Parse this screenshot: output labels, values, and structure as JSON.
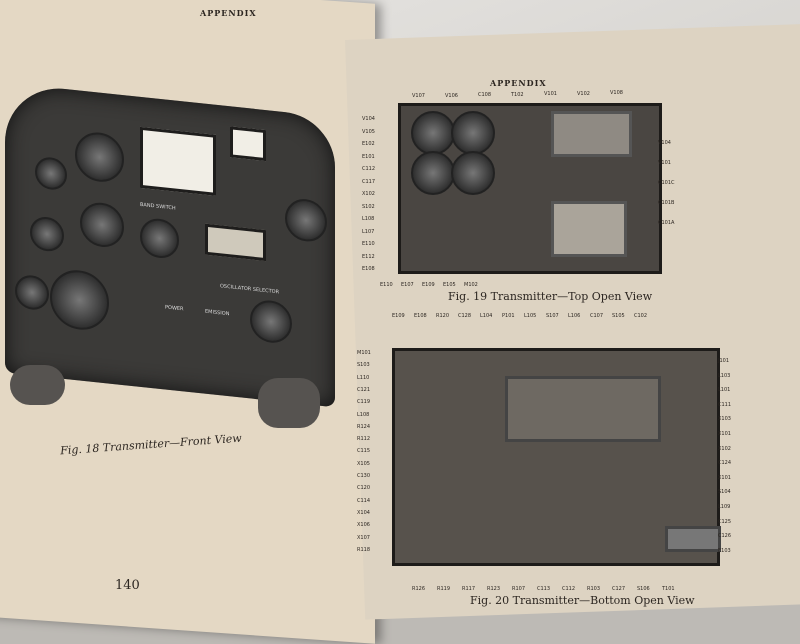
{
  "left_page": {
    "header": "APPENDIX",
    "caption": "Fig. 18  Transmitter—Front View",
    "page_number": "140",
    "panel_labels": [
      "BAND SWITCH",
      "OSCILLATOR SELECTOR",
      "POWER",
      "EMISSION"
    ]
  },
  "right_page": {
    "header": "APPENDIX",
    "fig19": {
      "caption": "Fig. 19   Transmitter—Top Open View",
      "top_labels": [
        "V107",
        "V106",
        "C108",
        "T102",
        "V101",
        "V102",
        "V108"
      ],
      "left_labels": [
        "V104",
        "V105",
        "E102",
        "E101",
        "C112",
        "C117",
        "X102",
        "S102",
        "L108",
        "L107",
        "E110",
        "E112",
        "E108"
      ],
      "right_labels": [
        "V104",
        "V101",
        "C101C",
        "C101B",
        "C101A"
      ],
      "bottom_labels": [
        "E110",
        "E107",
        "E109",
        "E105",
        "M102"
      ]
    },
    "fig20": {
      "caption": "Fig. 20   Transmitter—Bottom Open View",
      "top_labels": [
        "E109",
        "E108",
        "R120",
        "C128",
        "L104",
        "P101",
        "L105",
        "S107",
        "L106",
        "C107",
        "S105",
        "C102"
      ],
      "left_labels": [
        "M101",
        "S103",
        "L110",
        "C121",
        "C119",
        "L108",
        "R124",
        "R112",
        "C115",
        "X105",
        "C130",
        "C120",
        "C114",
        "X104",
        "X106",
        "X107",
        "R118"
      ],
      "right_labels": [
        "J101",
        "L103",
        "L101",
        "C111",
        "X103",
        "X101",
        "X102",
        "C124",
        "X101",
        "S104",
        "L109",
        "C125",
        "C126",
        "E103"
      ],
      "bottom_labels": [
        "R126",
        "R119",
        "R117",
        "R123",
        "R107",
        "C113",
        "C112",
        "R103",
        "C127",
        "S106",
        "T101"
      ]
    }
  }
}
